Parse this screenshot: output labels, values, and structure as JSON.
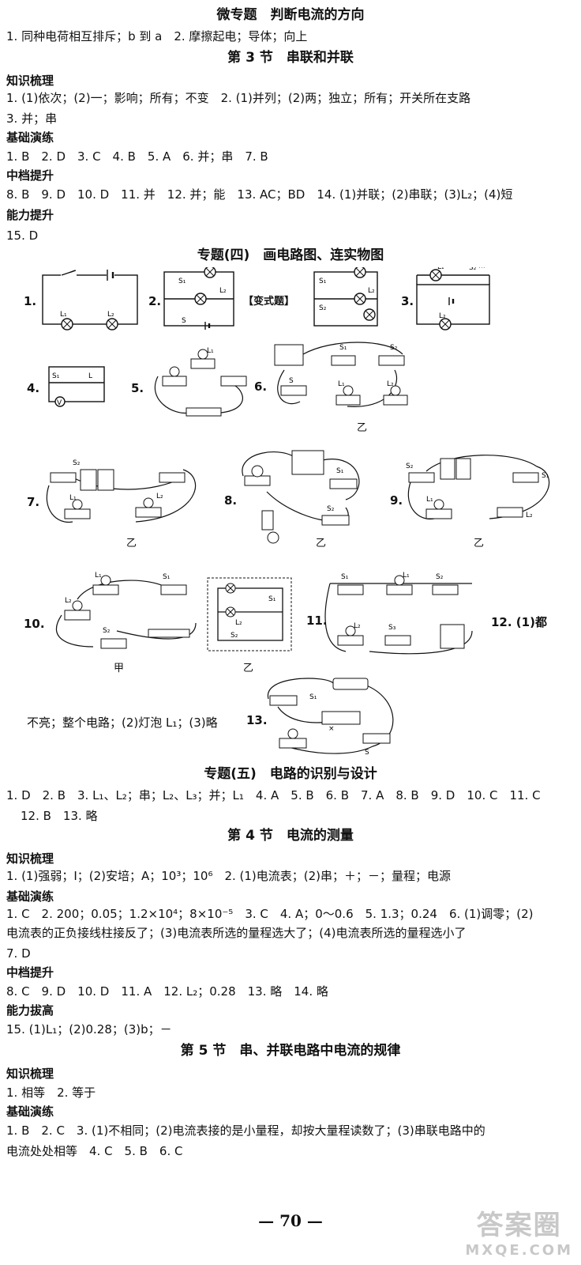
{
  "s1": {
    "title": "微专题　判断电流的方向",
    "l1": "1. 同种电荷相互排斥；b 到 a　2. 摩擦起电；导体；向上"
  },
  "s2": {
    "title": "第 3 节　串联和并联",
    "h1": "知识梳理",
    "l1": "1. (1)依次；(2)一；影响；所有；不变　2. (1)并列；(2)两；独立；所有；开关所在支路",
    "l2": "3. 并；串",
    "h2": "基础演练",
    "l3": "1. B　2. D　3. C　4. B　5. A　6. 并；串　7. B",
    "h3": "中档提升",
    "l4": "8. B　9. D　10. D　11. 并　12. 并；能　13. AC；BD　14. (1)并联；(2)串联；(3)L₂；(4)短",
    "h4": "能力提升",
    "l5": "15. D"
  },
  "s3": {
    "title": "专题(四)　画电路图、连实物图",
    "n1": "1.",
    "n2": "2.",
    "bianshi": "【变式题】",
    "n3": "3.",
    "n4": "4.",
    "n5": "5.",
    "n6": "6.",
    "n7": "7.",
    "n8": "8.",
    "n9": "9.",
    "n10": "10.",
    "n11": "11.",
    "n12": "12. (1)都",
    "n13": "13.",
    "cap_yi6": "乙",
    "cap_yi7": "乙",
    "cap_yi8": "乙",
    "cap_yi9": "乙",
    "cap_jia10": "甲",
    "cap_yi10": "乙",
    "tail": "不亮；整个电路；(2)灯泡 L₁；(3)略",
    "labels": {
      "S": "S",
      "S1": "S₁",
      "S2": "S₂",
      "L1": "L₁",
      "L2": "L₂"
    }
  },
  "s4": {
    "title": "专题(五)　电路的识别与设计",
    "l1": "1. D　2. B　3. L₁、L₂；串；L₂、L₃；并；L₁　4. A　5. B　6. B　7. A　8. B　9. D　10. C　11. C",
    "l2": "12. B　13. 略"
  },
  "s5": {
    "title": "第 4 节　电流的测量",
    "h1": "知识梳理",
    "l1": "1. (1)强弱；I；(2)安培；A；10³；10⁶　2. (1)电流表；(2)串；＋；－；量程；电源",
    "h2": "基础演练",
    "l2": "1. C　2. 200；0.05；1.2×10⁴；8×10⁻⁵　3. C　4. A；0～0.6　5. 1.3；0.24　6. (1)调零；(2)",
    "l3": "电流表的正负接线柱接反了；(3)电流表所选的量程选大了；(4)电流表所选的量程选小了",
    "l4": "7. D",
    "h3": "中档提升",
    "l5": "8. C　9. D　10. D　11. A　12. L₂；0.28　13. 略　14. 略",
    "h4": "能力拔高",
    "l6": "15. (1)L₁；(2)0.28；(3)b；－"
  },
  "s6": {
    "title": "第 5 节　串、并联电路中电流的规律",
    "h1": "知识梳理",
    "l1": "1. 相等　2. 等于",
    "h2": "基础演练",
    "l2": "1. B　2. C　3. (1)不相同；(2)电流表接的是小量程，却按大量程读数了；(3)串联电路中的",
    "l3": "电流处处相等　4. C　5. B　6. C"
  },
  "page": {
    "number": "— 70 —"
  },
  "watermark": {
    "big": "答案圈",
    "small": "MXQE.COM"
  }
}
